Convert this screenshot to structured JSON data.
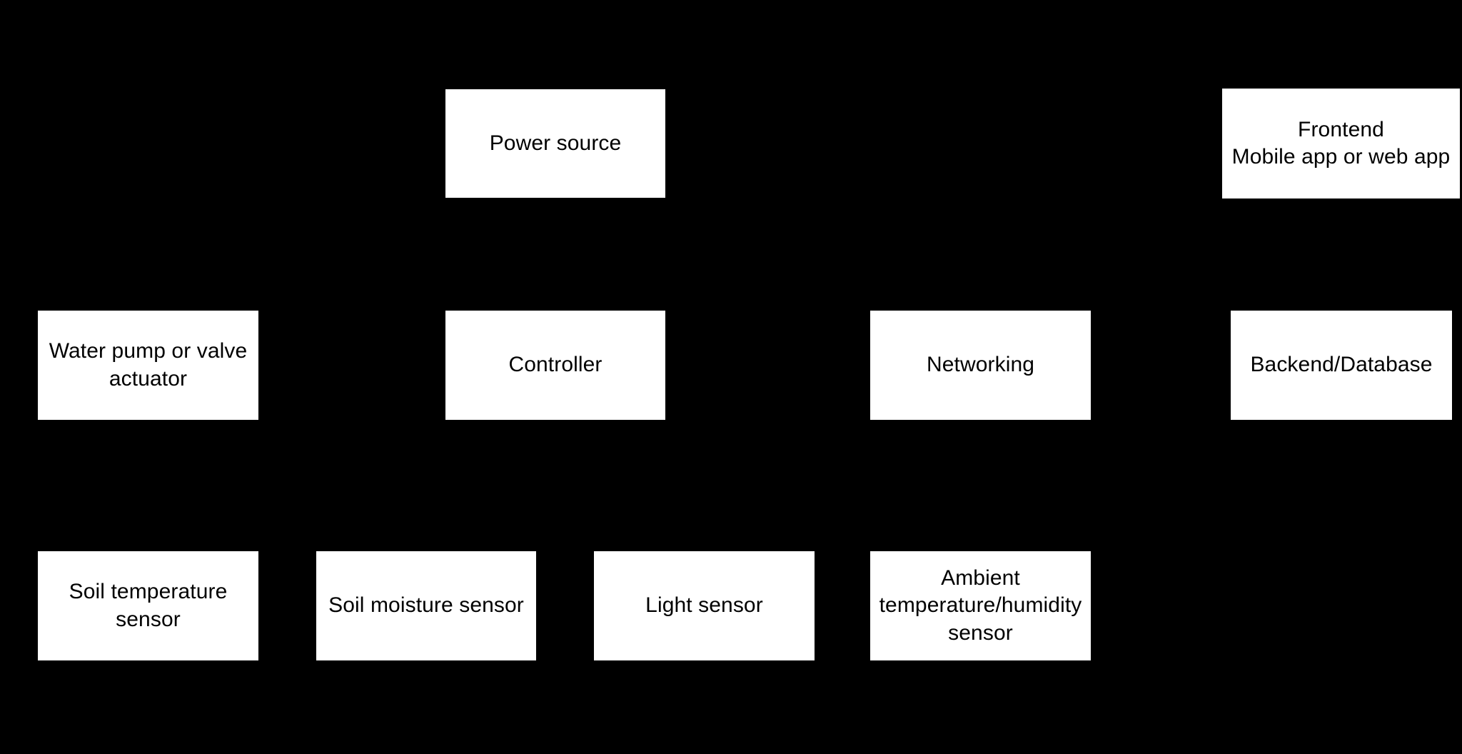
{
  "diagram": {
    "background_color": "#000000",
    "node_fill_color": "#ffffff",
    "node_text_color": "#000000",
    "rows": [
      {
        "name": "top-row",
        "nodes": [
          {
            "id": "power-source",
            "label": "Power source"
          },
          {
            "id": "frontend",
            "label": "Frontend\nMobile app or web app"
          }
        ]
      },
      {
        "name": "middle-row",
        "nodes": [
          {
            "id": "water-pump",
            "label": "Water pump or valve actuator"
          },
          {
            "id": "controller",
            "label": "Controller"
          },
          {
            "id": "networking",
            "label": "Networking"
          },
          {
            "id": "backend",
            "label": "Backend/Database"
          }
        ]
      },
      {
        "name": "bottom-row",
        "nodes": [
          {
            "id": "soil-temp",
            "label": "Soil temperature sensor"
          },
          {
            "id": "soil-moisture",
            "label": "Soil moisture sensor"
          },
          {
            "id": "light-sensor",
            "label": "Light sensor"
          },
          {
            "id": "ambient-sensor",
            "label": "Ambient temperature/humidity sensor"
          }
        ]
      }
    ]
  }
}
